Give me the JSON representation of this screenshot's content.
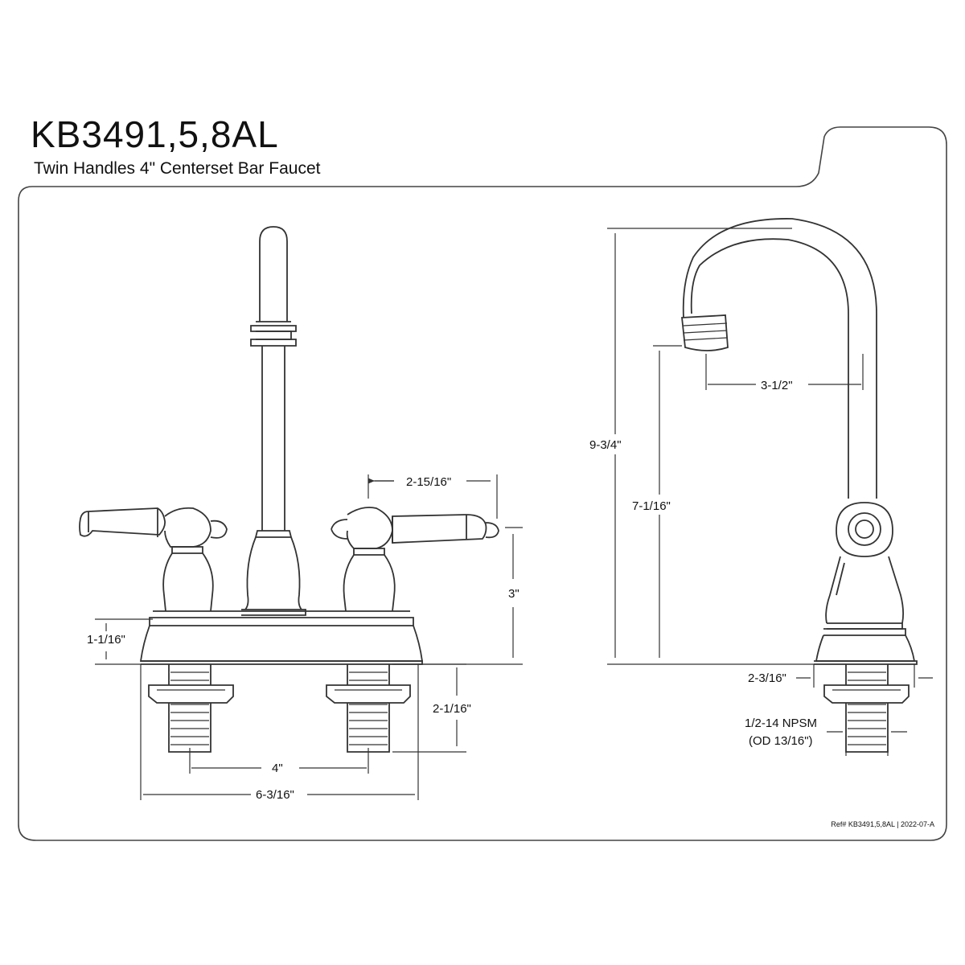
{
  "header": {
    "model": "KB3491,5,8AL",
    "description": "Twin Handles 4\" Centerset Bar Faucet"
  },
  "dimensions": {
    "handle_reach": "2-15/16\"",
    "handle_height": "3\"",
    "deck_height": "1-1/16\"",
    "shank_length": "2-1/16\"",
    "center_spacing": "4\"",
    "base_width": "6-3/16\"",
    "overall_height": "9-3/4\"",
    "spout_height": "7-1/16\"",
    "spout_reach": "3-1/2\"",
    "base_depth": "2-3/16\"",
    "thread_spec": "1/2-14 NPSM",
    "thread_od": "(OD 13/16\")"
  },
  "footer": {
    "reference": "Ref# KB3491,5,8AL | 2022-07-A"
  },
  "colors": {
    "line": "#333333",
    "background": "#ffffff"
  }
}
